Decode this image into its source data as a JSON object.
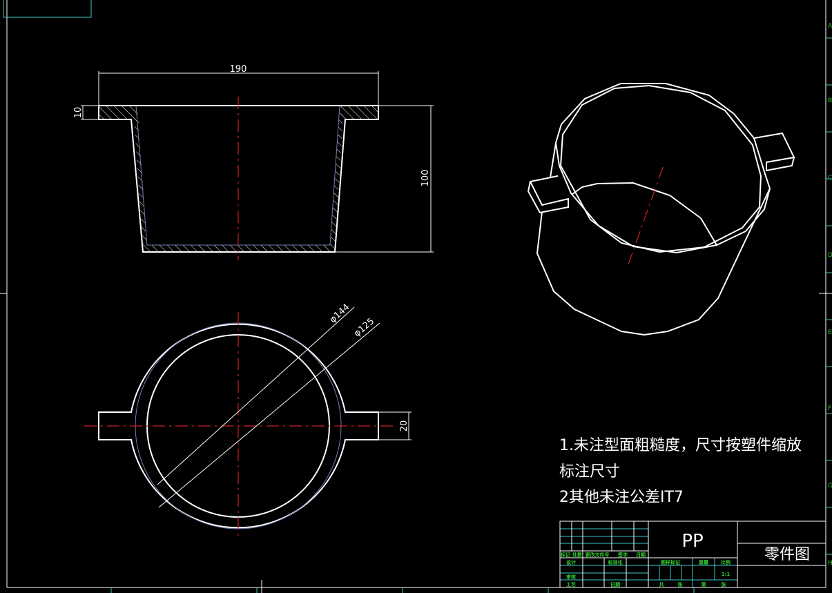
{
  "drawing": {
    "dimensions": {
      "width_top": "190",
      "flange_thickness": "10",
      "height": "100",
      "outer_diameter": "φ144",
      "inner_diameter": "φ125",
      "handle_width": "20"
    },
    "notes": [
      "1.未注型面粗糙度，尺寸按塑件缩放",
      "标注尺寸",
      "2其他未注公差IT7"
    ],
    "colors": {
      "background": "#000000",
      "geometry": "#ffffff",
      "centerline": "#d02020",
      "frame": "#3cc8c8",
      "labels": "#30d030"
    }
  },
  "title_block": {
    "material": "PP",
    "drawing_name": "零件图",
    "labels": {
      "mark": "标记",
      "count": "处数",
      "change_doc": "更改文件号",
      "sign": "签字",
      "date": "日期",
      "design": "设计",
      "standard": "标准化",
      "drawing_mark": "图样标记",
      "weight": "重量",
      "scale": "比例",
      "review": "审核",
      "process": "工艺",
      "date2": "日期",
      "total": "共",
      "sheets": "张",
      "sheet_no": "第",
      "sheets2": "张"
    },
    "scale_value": "1:1"
  },
  "zones": {
    "rows": [
      "A",
      "B",
      "C",
      "D",
      "E",
      "F",
      "G",
      "H"
    ]
  }
}
